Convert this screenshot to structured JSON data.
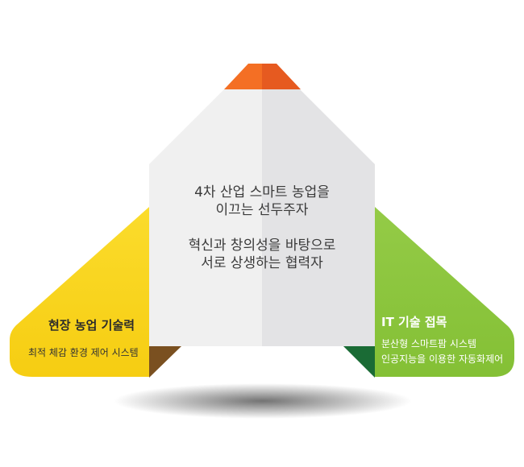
{
  "center": {
    "line1": "4차 산업 스마트 농업을",
    "line2": "이끄는 선두주자",
    "line3": "혁신과 창의성을 바탕으로",
    "line4": "서로 상생하는 협력자"
  },
  "left": {
    "title": "현장 농업 기술력",
    "description": "최적 체감 환경 제어 시스템"
  },
  "right": {
    "title": "IT 기술 접목",
    "description_line1": "분산형 스마트팜 시스템",
    "description_line2": "인공지능을 이용한 자동화제어"
  },
  "colors": {
    "orange": "#f26a21",
    "yellow": "#fad51e",
    "green": "#8cc63f",
    "brown": "#7a5020",
    "dark_green": "#1a6b35",
    "gray_light": "#f0f0f0",
    "gray_dark": "#e3e3e5"
  }
}
